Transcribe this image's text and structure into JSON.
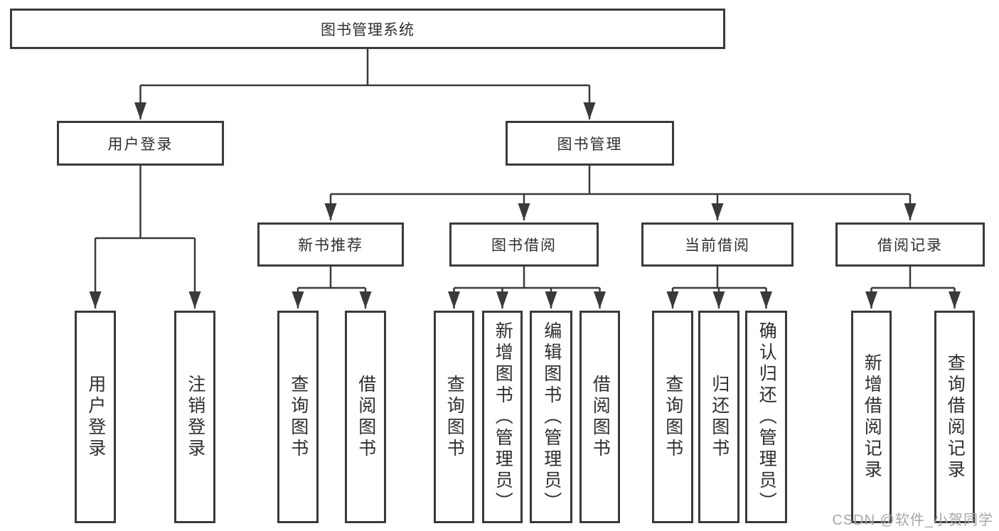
{
  "diagram": {
    "root": {
      "label": "图书管理系统"
    },
    "level2": [
      {
        "label": "用户登录"
      },
      {
        "label": "图书管理"
      }
    ],
    "level3": [
      {
        "label": "新书推荐"
      },
      {
        "label": "图书借阅"
      },
      {
        "label": "当前借阅"
      },
      {
        "label": "借阅记录"
      }
    ],
    "leaves": {
      "user_login": [
        "用户登录",
        "注销登录"
      ],
      "new_book": [
        "查询图书",
        "借阅图书"
      ],
      "book_borrow": [
        "查询图书",
        "新增图书（管理员）",
        "编辑图书（管理员）",
        "借阅图书"
      ],
      "current_borrow": [
        "查询图书",
        "归还图书",
        "确认归还（管理员）"
      ],
      "borrow_record": [
        "新增借阅记录",
        "查询借阅记录"
      ]
    }
  },
  "watermark": "CSDN @软件_小贺同学",
  "colors": {
    "line": "#3a3a3a",
    "text": "#2e2e2e",
    "background": "#ffffff",
    "watermark_gray": "#a6a6a6"
  }
}
